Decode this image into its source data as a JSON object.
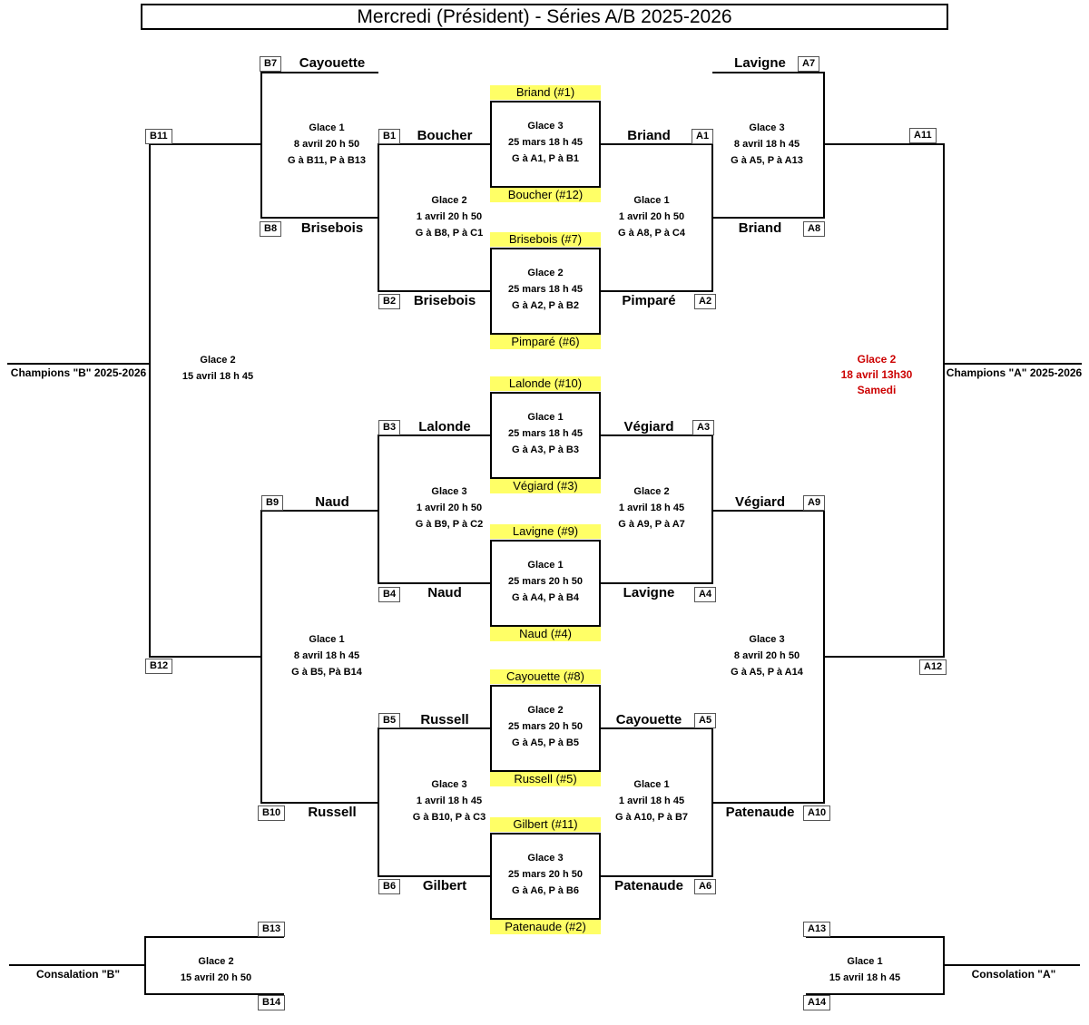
{
  "title": "Mercredi (Président) - Séries A/B  2025-2026",
  "colors": {
    "highlight_yellow": "#ffff66",
    "final_red": "#cc0000"
  },
  "center_matches": [
    {
      "top": "Briand (#1)",
      "lines": [
        "Glace 3",
        "25 mars 18 h 45",
        "G à A1, P à B1"
      ],
      "bottom": "Boucher (#12)"
    },
    {
      "top": "Brisebois (#7)",
      "lines": [
        "Glace 2",
        "25 mars 18 h 45",
        "G à A2, P à B2"
      ],
      "bottom": "Pimparé (#6)"
    },
    {
      "top": "Lalonde (#10)",
      "lines": [
        "Glace 1",
        "25 mars 18 h 45",
        "G à A3, P à B3"
      ],
      "bottom": "Végiard (#3)"
    },
    {
      "top": "Lavigne (#9)",
      "lines": [
        "Glace 1",
        "25 mars 20 h 50",
        "G à A4, P à B4"
      ],
      "bottom": "Naud (#4)"
    },
    {
      "top": "Cayouette (#8)",
      "lines": [
        "Glace 2",
        "25 mars 20 h 50",
        "G à A5, P à B5"
      ],
      "bottom": "Russell (#5)"
    },
    {
      "top": "Gilbert (#11)",
      "lines": [
        "Glace 3",
        "25 mars 20 h 50",
        "G à A6, P à B6"
      ],
      "bottom": "Patenaude (#2)"
    }
  ],
  "slots": {
    "B1": {
      "code": "B1",
      "name": "Boucher"
    },
    "B2": {
      "code": "B2",
      "name": "Brisebois"
    },
    "B3": {
      "code": "B3",
      "name": "Lalonde"
    },
    "B4": {
      "code": "B4",
      "name": "Naud"
    },
    "B5": {
      "code": "B5",
      "name": "Russell"
    },
    "B6": {
      "code": "B6",
      "name": "Gilbert"
    },
    "B7": {
      "code": "B7",
      "name": "Cayouette"
    },
    "B8": {
      "code": "B8",
      "name": "Brisebois"
    },
    "B9": {
      "code": "B9",
      "name": "Naud"
    },
    "B10": {
      "code": "B10",
      "name": "Russell"
    },
    "B11": {
      "code": "B11",
      "name": ""
    },
    "B12": {
      "code": "B12",
      "name": ""
    },
    "B13": {
      "code": "B13",
      "name": ""
    },
    "B14": {
      "code": "B14",
      "name": ""
    },
    "A1": {
      "code": "A1",
      "name": "Briand"
    },
    "A2": {
      "code": "A2",
      "name": "Pimparé"
    },
    "A3": {
      "code": "A3",
      "name": "Végiard"
    },
    "A4": {
      "code": "A4",
      "name": "Lavigne"
    },
    "A5": {
      "code": "A5",
      "name": "Cayouette"
    },
    "A6": {
      "code": "A6",
      "name": "Patenaude"
    },
    "A7": {
      "code": "A7",
      "name": "Lavigne"
    },
    "A8": {
      "code": "A8",
      "name": "Briand"
    },
    "A9": {
      "code": "A9",
      "name": "Végiard"
    },
    "A10": {
      "code": "A10",
      "name": "Patenaude"
    },
    "A11": {
      "code": "A11",
      "name": ""
    },
    "A12": {
      "code": "A12",
      "name": ""
    },
    "A13": {
      "code": "A13",
      "name": ""
    },
    "A14": {
      "code": "A14",
      "name": ""
    }
  },
  "match_infos": {
    "b_quarter_top": [
      "Glace 2",
      "1 avril 20 h 50",
      "G à B8, P à C1"
    ],
    "b_quarter_mid": [
      "Glace 3",
      "1 avril 20 h 50",
      "G à B9, P à C2"
    ],
    "b_quarter_bot": [
      "Glace 3",
      "1 avril 18 h 45",
      "G à B10, P à C3"
    ],
    "a_quarter_top": [
      "Glace 1",
      "1 avril 20 h 50",
      "G à A8, P à C4"
    ],
    "a_quarter_mid": [
      "Glace 2",
      "1 avril 18 h 45",
      "G à A9, P à A7"
    ],
    "a_quarter_bot": [
      "Glace 1",
      "1 avril 18 h 45",
      "G à A10, P à B7"
    ],
    "b_semi_top": [
      "Glace 1",
      "8 avril 20 h 50",
      "G à B11, P à B13"
    ],
    "b_semi_bot": [
      "Glace 1",
      "8 avril 18 h 45",
      "G à B5, Pà B14"
    ],
    "a_semi_top": [
      "Glace 3",
      "8 avril 18 h 45",
      "G à A5, P à A13"
    ],
    "a_semi_bot": [
      "Glace 3",
      "8 avril 20 h 50",
      "G à A5, P à A14"
    ],
    "b_final": [
      "Glace 2",
      "15 avril 18 h 45"
    ],
    "a_final": [
      "Glace 2",
      "18 avril 13h30",
      "Samedi"
    ],
    "b_consolation": [
      "Glace 2",
      "15 avril 20 h 50"
    ],
    "a_consolation": [
      "Glace 1",
      "15 avril 18 h 45"
    ]
  },
  "champions": {
    "b": "Champions \"B\" 2025-2026",
    "a": "Champions \"A\" 2025-2026"
  },
  "consolation_labels": {
    "b": "Consalation \"B\"",
    "a": "Consolation \"A\""
  }
}
